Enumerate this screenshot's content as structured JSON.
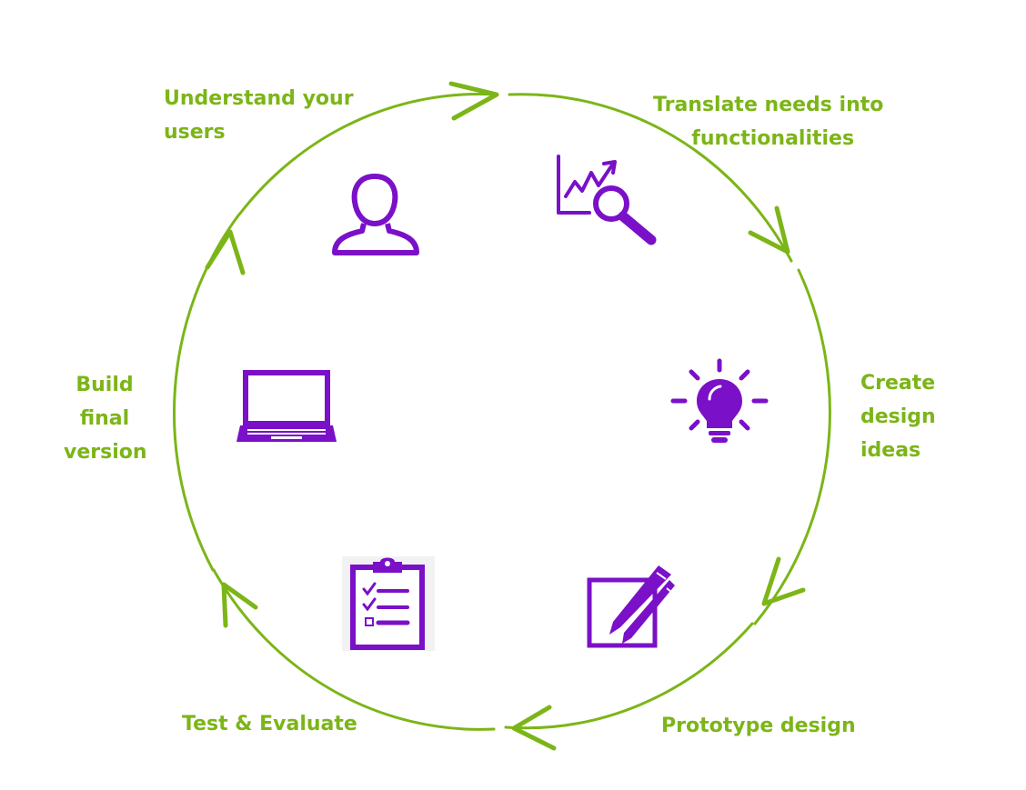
{
  "colors": {
    "cycle_green": "#7cb518",
    "label_green": "#7cb518",
    "icon_purple": "#7a10c8"
  },
  "steps": [
    {
      "id": "understand",
      "lines": [
        "Understand your",
        "users"
      ],
      "icon": "user-icon"
    },
    {
      "id": "translate",
      "lines": [
        "Translate needs into",
        "functionalities"
      ],
      "icon": "chart-magnifier-icon"
    },
    {
      "id": "create",
      "lines": [
        "Create",
        "design",
        "ideas"
      ],
      "icon": "lightbulb-icon"
    },
    {
      "id": "prototype",
      "lines": [
        "Prototype design"
      ],
      "icon": "pencil-pen-sketch-icon"
    },
    {
      "id": "test",
      "lines": [
        "Test & Evaluate"
      ],
      "icon": "clipboard-checklist-icon"
    },
    {
      "id": "build",
      "lines": [
        "Build",
        "final",
        "version"
      ],
      "icon": "laptop-icon"
    }
  ]
}
